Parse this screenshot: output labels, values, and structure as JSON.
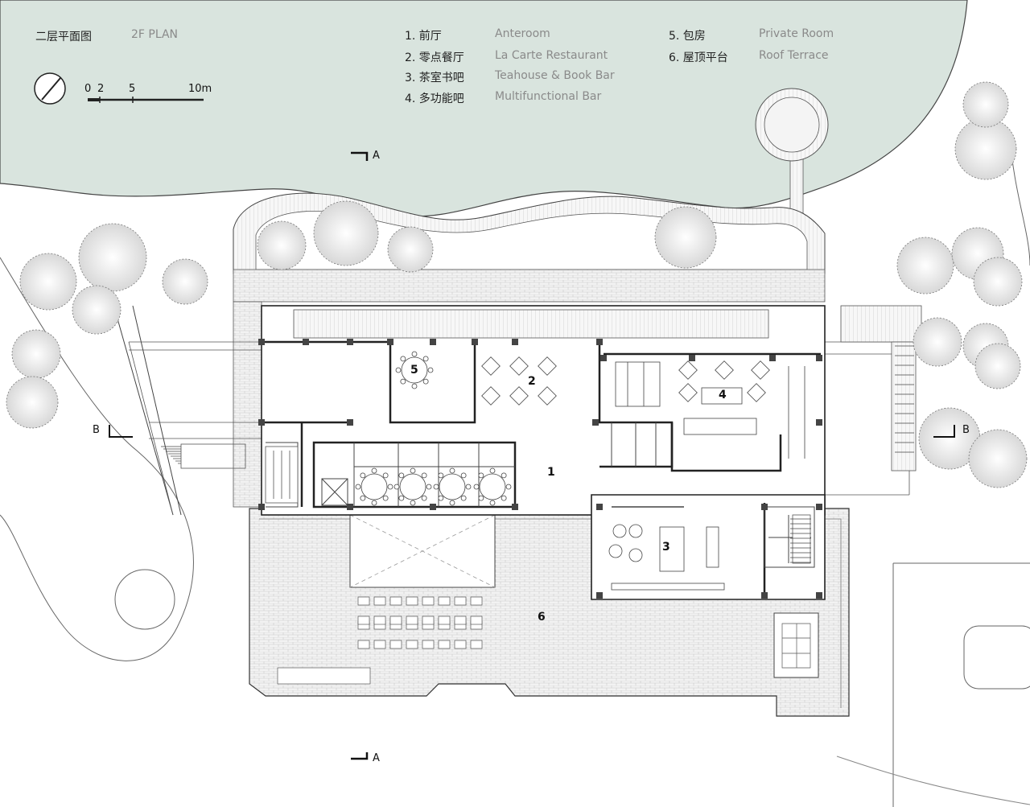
{
  "header": {
    "title_zh": "二层平面图",
    "title_en": "2F PLAN"
  },
  "legend": [
    {
      "zh": "1. 前厅",
      "en": "Anteroom"
    },
    {
      "zh": "2. 零点餐厅",
      "en": "La Carte Restaurant"
    },
    {
      "zh": "3. 茶室书吧",
      "en": "Teahouse & Book Bar"
    },
    {
      "zh": "4. 多功能吧",
      "en": "Multifunctional Bar"
    },
    {
      "zh": "5. 包房",
      "en": "Private Room"
    },
    {
      "zh": "6. 屋顶平台",
      "en": "Roof Terrace"
    }
  ],
  "scale": {
    "t0": "0",
    "t2": "2",
    "t5": "5",
    "t10": "10m"
  },
  "sections": {
    "a": "A",
    "b": "B"
  },
  "rooms": {
    "r1": "1",
    "r2": "2",
    "r3": "3",
    "r4": "4",
    "r5": "5",
    "r6": "6"
  },
  "colors": {
    "water": "#d9e4de",
    "line": "#333333",
    "paving": "#e8e8e8"
  }
}
